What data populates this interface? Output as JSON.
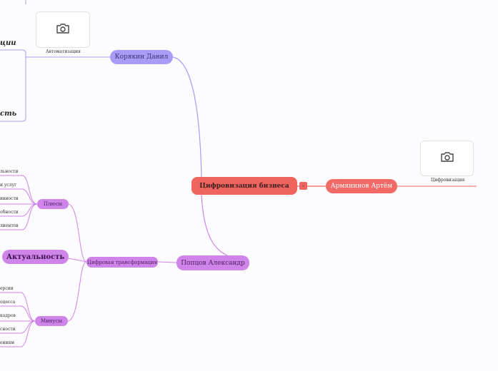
{
  "central": {
    "label": "Цифровизация бизнеса",
    "badge": "-"
  },
  "branches": {
    "armyaninov": {
      "label": "Армянинов Артём",
      "image_caption": "Цифровизация",
      "image_icon": "camera-icon"
    },
    "koryakin": {
      "label": "Корякин Данил",
      "image_caption": "Автоматизация",
      "image_icon": "camera-icon",
      "box_texts": [
        "ции",
        "сть"
      ]
    },
    "popcov": {
      "label": "Попцов Александр",
      "sub": {
        "label": "Цифровая трансформация",
        "plus": {
          "label": "Плюсы",
          "leaves": [
            "льности",
            "и услуг",
            "ивности",
            "обности",
            "лиентов"
          ]
        },
        "minus": {
          "label": "Минусы",
          "leaves": [
            "ерсии",
            "оцесса",
            "кадров",
            "сности",
            "ениям"
          ]
        }
      },
      "actuality": "Актуальность"
    }
  },
  "colors": {
    "central": "#f06460",
    "armyaninov": "#f26a66",
    "koryakin": "#a89cf6",
    "popcov": "#cf84ea"
  }
}
